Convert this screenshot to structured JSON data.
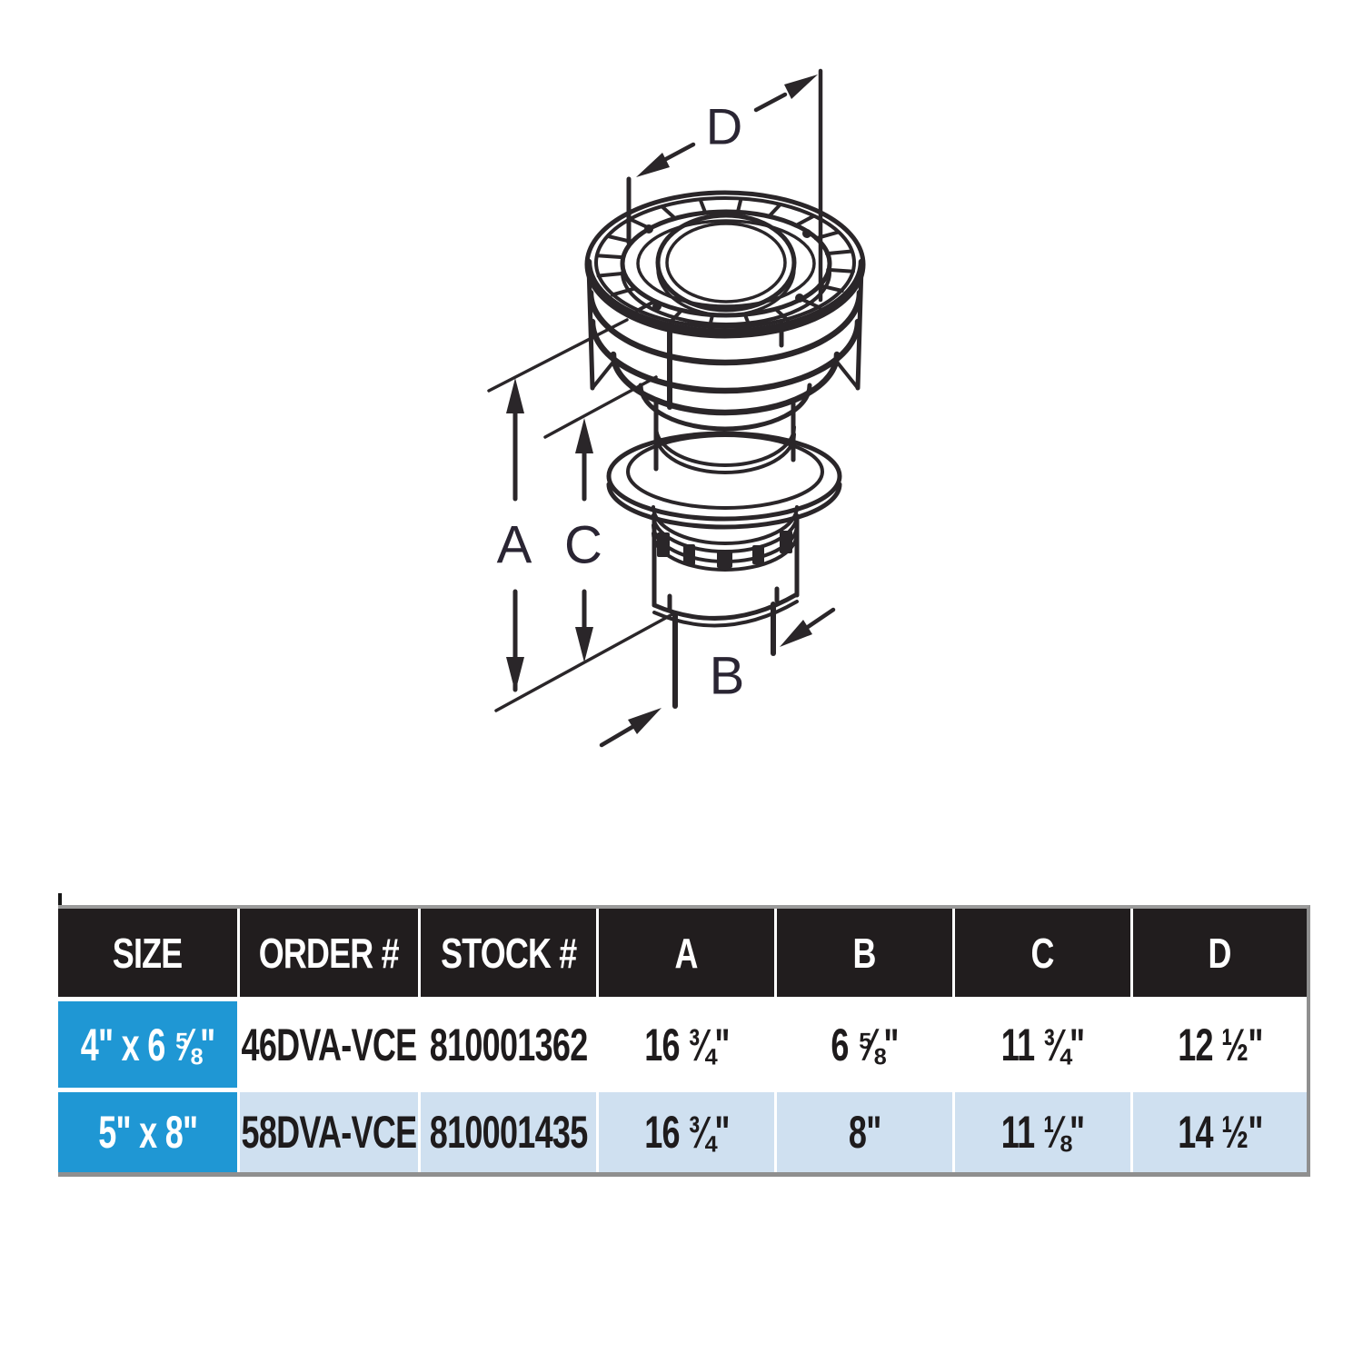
{
  "diagram": {
    "dimension_labels": {
      "a": "A",
      "b": "B",
      "c": "C",
      "d": "D"
    }
  },
  "table": {
    "headers": [
      "SIZE",
      "ORDER #",
      "STOCK #",
      "A",
      "B",
      "C",
      "D"
    ],
    "rows": [
      {
        "size": "4\" x 6 ⅝\"",
        "order": "46DVA-VCE",
        "stock": "810001362",
        "a": "16 ¾\"",
        "b": "6 ⅝\"",
        "c": "11 ¾\"",
        "d": "12 ½\""
      },
      {
        "size": "5\" x 8\"",
        "order": "58DVA-VCE",
        "stock": "810001435",
        "a": "16 ¾\"",
        "b": "8\"",
        "c": "11 ⅛\"",
        "d": "14 ½\""
      }
    ],
    "colors": {
      "header_bg": "#211d1e",
      "header_text": "#ffffff",
      "size_cell_bg": "#1f97d4",
      "alt_row_bg": "#cfe0f0",
      "outer_border": "#8f8f8f",
      "line_color": "#2a2629"
    }
  }
}
